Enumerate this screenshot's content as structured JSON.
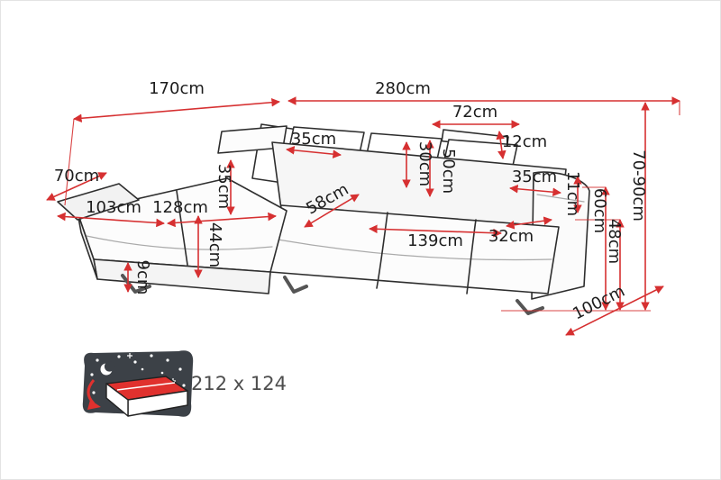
{
  "page": {
    "background": "#ffffff",
    "border_color": "#e3e3e3",
    "description": "corner sofa dimension diagram"
  },
  "colors": {
    "dimension_red": "#d63031",
    "label_text": "#1d1d1d",
    "sofa_outline": "#2e2e2e",
    "icon_night_bg": "#3c4147",
    "icon_red": "#e0312e",
    "bed_label_gray": "#4d4d4d"
  },
  "unit": "cm",
  "labels": {
    "dim_170": "170cm",
    "dim_280": "280cm",
    "dim_72": "72cm",
    "dim_35_pillow": "35cm",
    "dim_12": "12cm",
    "dim_70": "70cm",
    "dim_30": "30cm",
    "dim_50": "50cm",
    "dim_35_armrest": "35cm",
    "dim_11": "11cm",
    "dim_70_90": "70-90cm",
    "dim_35_chaise": "35cm",
    "dim_103": "103cm",
    "dim_128": "128cm",
    "dim_58": "58cm",
    "dim_60": "60cm",
    "dim_44": "44cm",
    "dim_139": "139cm",
    "dim_32": "32cm",
    "dim_48": "48cm",
    "dim_9": "9cm",
    "dim_100": "100cm",
    "bed_size": "212 x 124"
  }
}
